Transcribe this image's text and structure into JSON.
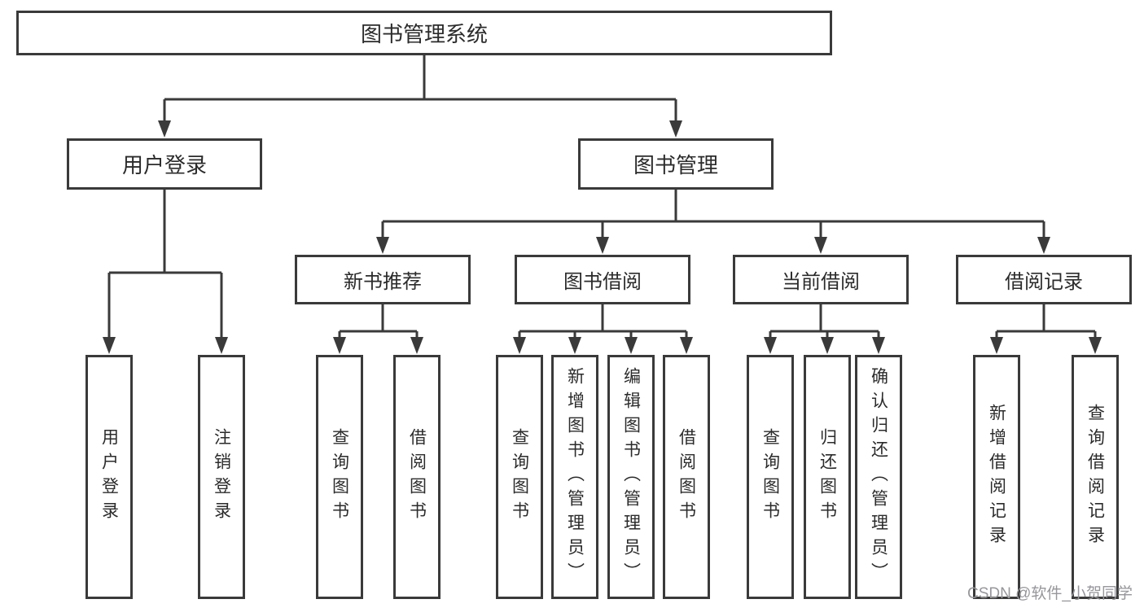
{
  "colors": {
    "line": "#3a3a3a",
    "text": "#2b2b2b",
    "watermark": "#96969c",
    "box-bg": "#ffffff"
  },
  "diagram": {
    "root": {
      "label": "图书管理系统"
    },
    "level2": [
      {
        "id": "user-login",
        "label": "用户登录"
      },
      {
        "id": "book-management",
        "label": "图书管理"
      }
    ],
    "level3": [
      {
        "id": "new-book-recommend",
        "label": "新书推荐",
        "parent": "book-management"
      },
      {
        "id": "book-borrowing",
        "label": "图书借阅",
        "parent": "book-management"
      },
      {
        "id": "current-borrowing",
        "label": "当前借阅",
        "parent": "book-management"
      },
      {
        "id": "borrowing-records",
        "label": "借阅记录",
        "parent": "book-management"
      }
    ],
    "level4": [
      {
        "id": "leaf-user-login",
        "label": "用户登录",
        "parent": "user-login"
      },
      {
        "id": "leaf-logout",
        "label": "注销登录",
        "parent": "user-login"
      },
      {
        "id": "leaf-query-books-a",
        "label": "查询图书",
        "parent": "new-book-recommend"
      },
      {
        "id": "leaf-borrow-books-a",
        "label": "借阅图书",
        "parent": "new-book-recommend"
      },
      {
        "id": "leaf-query-books-b",
        "label": "查询图书",
        "parent": "book-borrowing"
      },
      {
        "id": "leaf-add-books-admin",
        "label": "新增图书（管理员）",
        "parent": "book-borrowing"
      },
      {
        "id": "leaf-edit-books-admin",
        "label": "编辑图书（管理员）",
        "parent": "book-borrowing"
      },
      {
        "id": "leaf-borrow-books-b",
        "label": "借阅图书",
        "parent": "book-borrowing"
      },
      {
        "id": "leaf-query-books-c",
        "label": "查询图书",
        "parent": "current-borrowing"
      },
      {
        "id": "leaf-return-books",
        "label": "归还图书",
        "parent": "current-borrowing"
      },
      {
        "id": "leaf-confirm-return-admin",
        "label": "确认归还（管理员）",
        "parent": "current-borrowing"
      },
      {
        "id": "leaf-add-borrow-record",
        "label": "新增借阅记录",
        "parent": "borrowing-records"
      },
      {
        "id": "leaf-query-borrow-record",
        "label": "查询借阅记录",
        "parent": "borrowing-records"
      }
    ]
  },
  "watermark": {
    "text": "CSDN @软件_小贺同学"
  }
}
